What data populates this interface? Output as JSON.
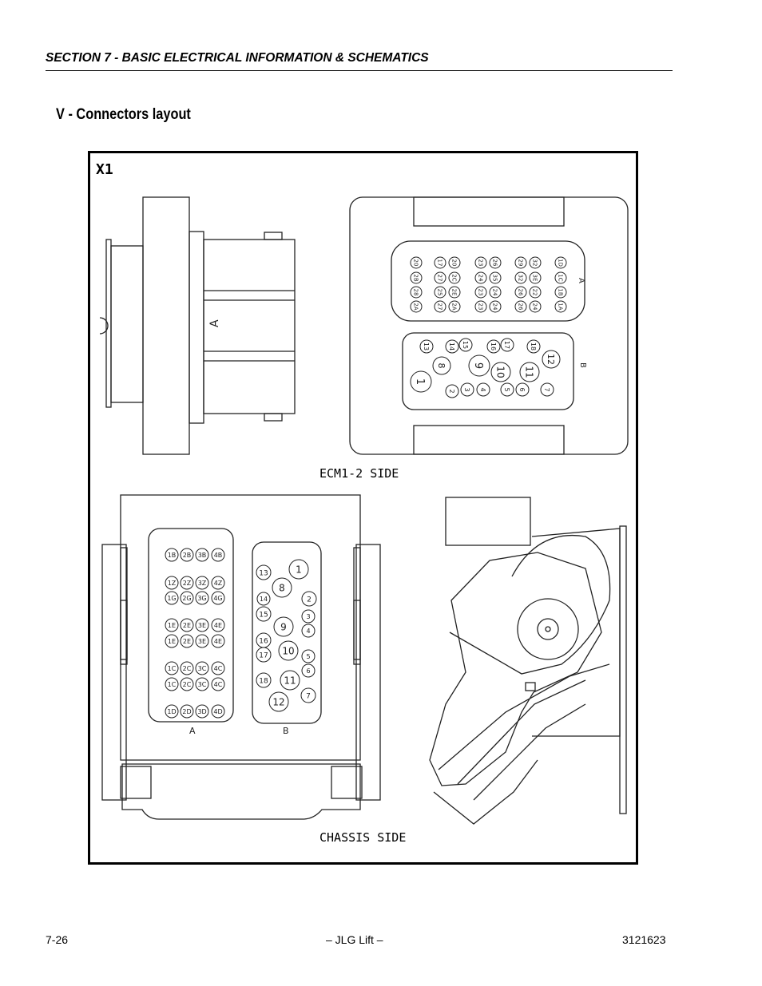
{
  "header": {
    "section_title": "SECTION 7 - BASIC ELECTRICAL INFORMATION & SCHEMATICS"
  },
  "heading": {
    "title": "V - Connectors layout"
  },
  "figure": {
    "label": "X1",
    "ecm_caption": "ECM1-2 SIDE",
    "chassis_caption": "CHASSIS SIDE",
    "side_view_letter": "A",
    "ecm_pins_a": {
      "rows": [
        [
          "20",
          "17",
          "20",
          "23",
          "26",
          "29",
          "32",
          "1D"
        ],
        [
          "2B",
          "27",
          "2C",
          "24",
          "35",
          "32",
          "3E",
          "1C"
        ],
        [
          "28",
          "25",
          "2E",
          "23",
          "24",
          "26",
          "22",
          "1B"
        ],
        [
          "2A",
          "27",
          "2A",
          "23",
          "24",
          "26",
          "24",
          "1A"
        ]
      ],
      "label": "A"
    },
    "ecm_pins_b": {
      "small": [
        "13",
        "14",
        "15",
        "16",
        "17",
        "18"
      ],
      "large": [
        "1",
        "8",
        "9",
        "10",
        "11",
        "12"
      ],
      "bottom": [
        "2",
        "3",
        "4",
        "5",
        "6",
        "7"
      ],
      "label": "B"
    },
    "chassis_pins_a": {
      "rows": [
        [
          "1B",
          "2B",
          "3B",
          "4B"
        ],
        [
          "1Z",
          "2Z",
          "3Z",
          "4Z"
        ],
        [
          "1G",
          "2G",
          "3G",
          "4G"
        ],
        [
          "1E",
          "2E",
          "3E",
          "4E"
        ],
        [
          "1E",
          "2E",
          "3E",
          "4E"
        ],
        [
          "1C",
          "2C",
          "3C",
          "4C"
        ],
        [
          "1C",
          "2C",
          "3C",
          "4C"
        ],
        [
          "1D",
          "2D",
          "3D",
          "4D"
        ]
      ],
      "label": "A"
    },
    "chassis_pins_b": {
      "pins": [
        {
          "n": "13",
          "size": "s"
        },
        {
          "n": "1",
          "size": "l"
        },
        {
          "n": "8",
          "size": "l"
        },
        {
          "n": "14",
          "size": "s"
        },
        {
          "n": "2",
          "size": "s"
        },
        {
          "n": "15",
          "size": "s"
        },
        {
          "n": "3",
          "size": "s"
        },
        {
          "n": "9",
          "size": "l"
        },
        {
          "n": "4",
          "size": "s"
        },
        {
          "n": "16",
          "size": "s"
        },
        {
          "n": "10",
          "size": "l"
        },
        {
          "n": "17",
          "size": "s"
        },
        {
          "n": "5",
          "size": "s"
        },
        {
          "n": "6",
          "size": "s"
        },
        {
          "n": "18",
          "size": "s"
        },
        {
          "n": "11",
          "size": "l"
        },
        {
          "n": "7",
          "size": "s"
        },
        {
          "n": "12",
          "size": "l"
        }
      ],
      "label": "B"
    }
  },
  "footer": {
    "page_number": "7-26",
    "publisher": "– JLG Lift –",
    "doc_number": "3121623"
  }
}
